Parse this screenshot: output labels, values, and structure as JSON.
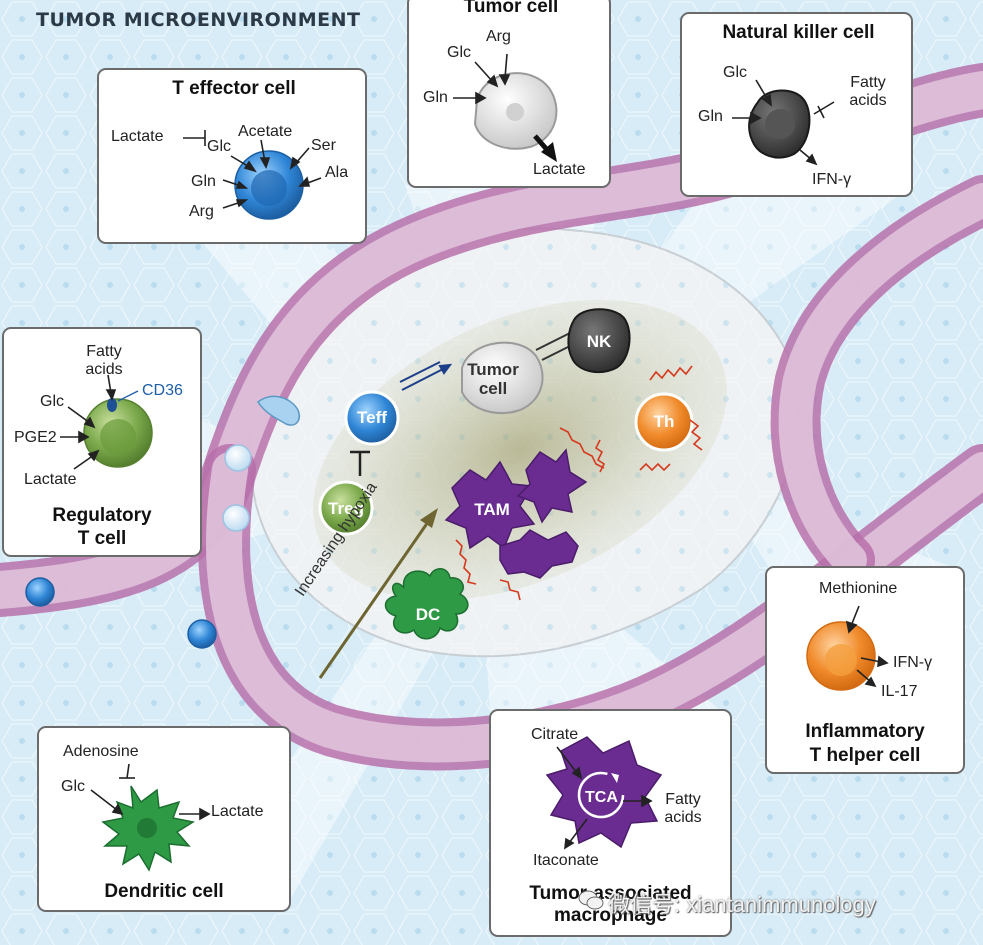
{
  "heading": "TUMOR MICROENVIRONMENT",
  "center": {
    "teff": "Teff",
    "treg": "Treg",
    "tumor_line1": "Tumor",
    "tumor_line2": "cell",
    "nk": "NK",
    "th": "Th",
    "tam": "TAM",
    "dc": "DC",
    "hypoxia": "Increasing hypoxia"
  },
  "panels": {
    "t_effector": {
      "title": "T effector cell",
      "labels": [
        "Lactate",
        "Glc",
        "Acetate",
        "Ser",
        "Ala",
        "Gln",
        "Arg"
      ]
    },
    "tumor_cell": {
      "title": "Tumor cell",
      "labels": [
        "Arg",
        "Glc",
        "Gln",
        "Lactate"
      ]
    },
    "nk_cell": {
      "title": "Natural killer cell",
      "labels": [
        "Glc",
        "Gln",
        "Fatty",
        "acids",
        "IFN-γ"
      ]
    },
    "treg": {
      "title_line1": "Regulatory",
      "title_line2": "T cell",
      "labels": [
        "Fatty",
        "acids",
        "CD36",
        "Glc",
        "PGE2",
        "Lactate"
      ]
    },
    "th_cell": {
      "title_line1": "Inflammatory",
      "title_line2": "T helper cell",
      "labels": [
        "Methionine",
        "IFN-γ",
        "IL-17"
      ]
    },
    "dendritic": {
      "title": "Dendritic cell",
      "labels": [
        "Adenosine",
        "Glc",
        "Lactate"
      ]
    },
    "macrophage": {
      "title_line1": "Tumor-associated",
      "title_line2": "macrophage",
      "labels": [
        "Citrate",
        "TCA",
        "Fatty",
        "acids",
        "Itaconate"
      ]
    }
  },
  "watermark": "微信号: xiantanimmunology",
  "colors": {
    "background": "#d7ecf7",
    "vessel": "#c684b8",
    "teff": "#2f86d6",
    "treg": "#7aa84a",
    "nk": "#3a3a3a",
    "th": "#f08a2a",
    "tam": "#6a2c91",
    "dc": "#2e9a45"
  }
}
